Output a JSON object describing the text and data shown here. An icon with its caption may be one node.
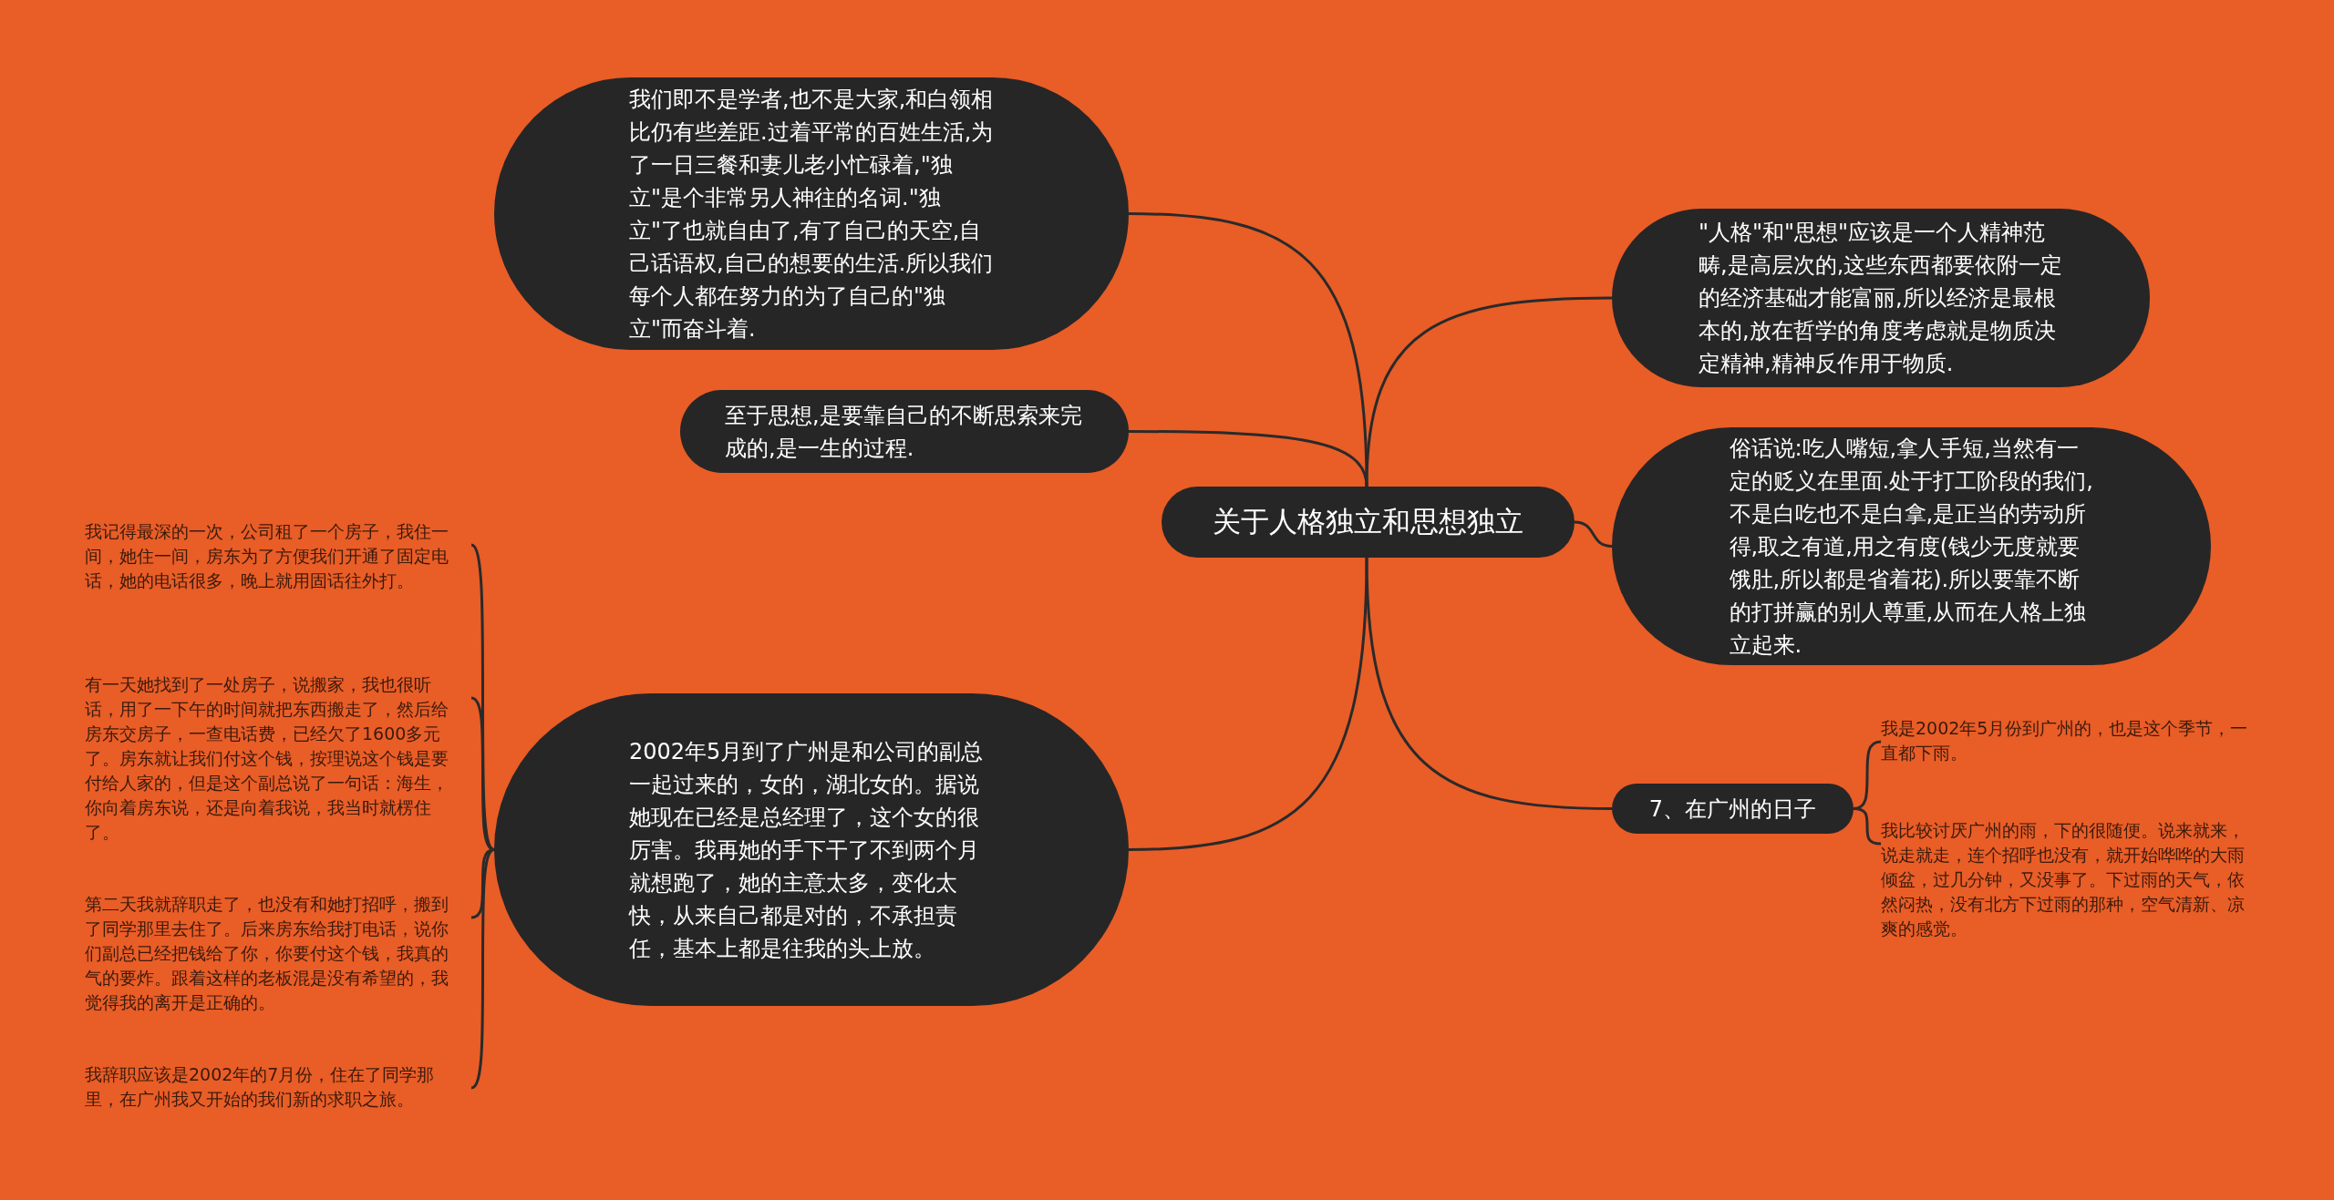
{
  "diagram": {
    "nodes": [
      {
        "text": [
          "关于人格独立和思想独立"
        ]
      },
      {
        "text": [
          "我们即不是学者,也不是大家,和白领相比仍有些差距.过着平常的百姓生活,为了一日三餐和妻儿老小忙碌着,\"独立\"是个非常另人神往的名词.\"独立\"了也就自由了,有了自己的天空,自己话语权,自己的想要的生活.所以我们每个人都在努力的为了自己的\"独立\"而奋斗着."
        ]
      },
      {
        "text": [
          "至于思想,是要靠自己的不断思索来完成的,是一生的过程."
        ]
      },
      {
        "text": [
          "2002年5月到了广州是和公司的副总一起过来的，女的，湖北女的。据说她现在已经是总经理了，这个女的很厉害。我再她的手下干了不到两个月就想跑了，她的主意太多，变化太快，从来自己都是对的，不承担责任，基本上都是往我的头上放。"
        ]
      },
      {
        "text": [
          "我记得最深的一次，公司租了一个房子，我住一间，她住一间，房东为了方便我们开通了固定电话，她的电话很多，晚上就用固话往外打。"
        ]
      },
      {
        "text": [
          "有一天她找到了一处房子，说搬家，我也很听话，用了一下午的时间就把东西搬走了，然后给房东交房子，一查电话费，已经欠了1600多元了。房东就让我们付这个钱，按理说这个钱是要付给人家的，但是这个副总说了一句话：海生，你向着房东说，还是向着我说，我当时就楞住了。"
        ]
      },
      {
        "text": [
          "第二天我就辞职走了，也没有和她打招呼，搬到了同学那里去住了。后来房东给我打电话，说你们副总已经把钱给了你，你要付这个钱，我真的气的要炸。跟着这样的老板混是没有希望的，我觉得我的离开是正确的。"
        ]
      },
      {
        "text": [
          "我辞职应该是2002年的7月份，住在了同学那里，在广州我又开始的我们新的求职之旅。"
        ]
      },
      {
        "text": [
          "\"人格\"和\"思想\"应该是一个人精神范畴,是高层次的,这些东西都要依附一定的经济基础才能富丽,所以经济是最根本的,放在哲学的角度考虑就是物质决定精神,精神反作用于物质."
        ]
      },
      {
        "text": [
          "俗话说:吃人嘴短,拿人手短,当然有一定的贬义在里面.处于打工阶段的我们,不是白吃也不是白拿,是正当的劳动所得,取之有道,用之有度(钱少无度就要饿肚,所以都是省着花).所以要靠不断的打拼赢的别人尊重,从而在人格上独立起来."
        ]
      },
      {
        "text": [
          "7、在广州的日子"
        ]
      },
      {
        "text": [
          "我是2002年5月份到广州的，也是这个季节，一直都下雨。"
        ]
      },
      {
        "text": [
          "我比较讨厌广州的雨，下的很随便。说来就来，说走就走，连个招呼也没有，就开始哗哗的大雨倾盆，过几分钟，又没事了。下过雨的天气，依然闷热，没有北方下过雨的那种，空气清新、凉爽的感觉。"
        ]
      }
    ],
    "edges": [
      {
        "from": 0,
        "to": 1,
        "arrow": "none"
      },
      {
        "from": 0,
        "to": 2,
        "arrow": "none"
      },
      {
        "from": 0,
        "to": 3,
        "arrow": "none"
      },
      {
        "from": 3,
        "to": 4,
        "arrow": "none"
      },
      {
        "from": 3,
        "to": 5,
        "arrow": "none"
      },
      {
        "from": 3,
        "to": 6,
        "arrow": "none"
      },
      {
        "from": 3,
        "to": 7,
        "arrow": "none"
      },
      {
        "from": 0,
        "to": 8,
        "arrow": "none"
      },
      {
        "from": 0,
        "to": 9,
        "arrow": "none"
      },
      {
        "from": 0,
        "to": 10,
        "arrow": "none"
      },
      {
        "from": 10,
        "to": 11,
        "arrow": "none"
      },
      {
        "from": 10,
        "to": 12,
        "arrow": "none"
      }
    ]
  }
}
